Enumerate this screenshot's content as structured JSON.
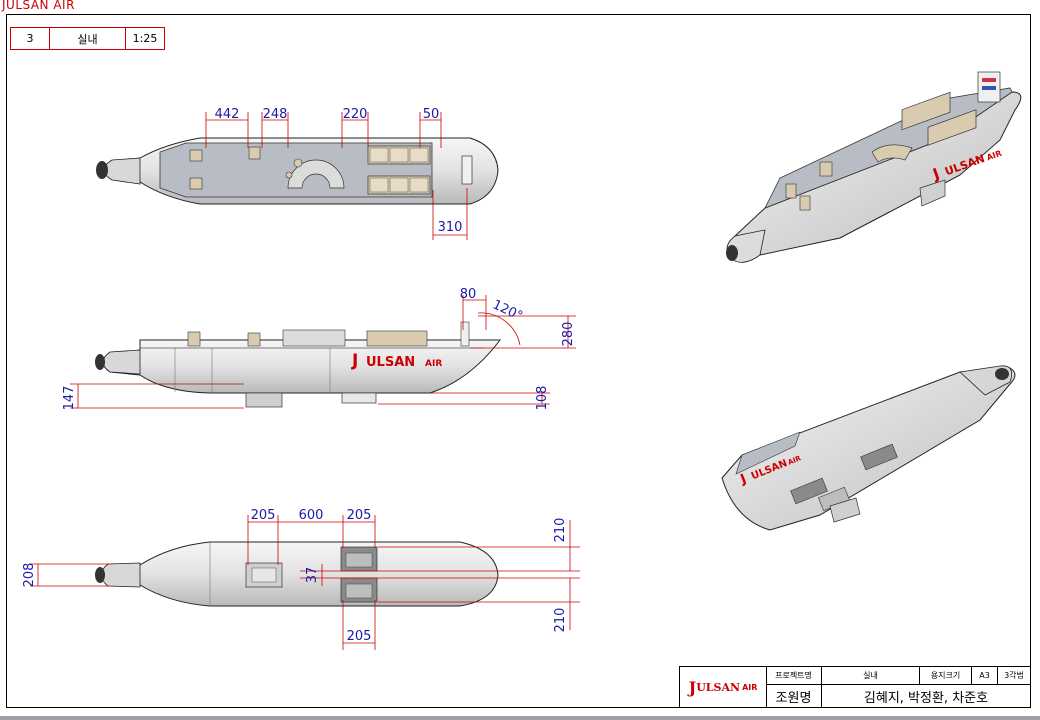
{
  "brand": "JULSAN AIR",
  "header": {
    "number": "3",
    "name": "실내",
    "scale": "1:25"
  },
  "title_block": {
    "project_label": "프로젝트명",
    "project_value": "실내",
    "paper_label": "용지크기",
    "paper_value": "A3",
    "projection": "3각법",
    "team_name": "조원명",
    "members": "김혜지, 박정환, 차준호"
  },
  "dimensions": {
    "top_view": [
      "442",
      "248",
      "220",
      "50",
      "310"
    ],
    "side_view": [
      "80",
      "120°",
      "280",
      "147",
      "108"
    ],
    "bottom_view": [
      "205",
      "600",
      "205",
      "208",
      "37",
      "210",
      "210",
      "205"
    ]
  },
  "hull_logo": {
    "initial": "J",
    "main": "ULSAN",
    "suffix": "AIR"
  },
  "colors": {
    "hull": "#e6e6e6",
    "deck": "#b8bcc4",
    "dimension_line": "#cc0000",
    "dimension_text": "#1a1aa6",
    "brand_red": "#cc0000"
  }
}
